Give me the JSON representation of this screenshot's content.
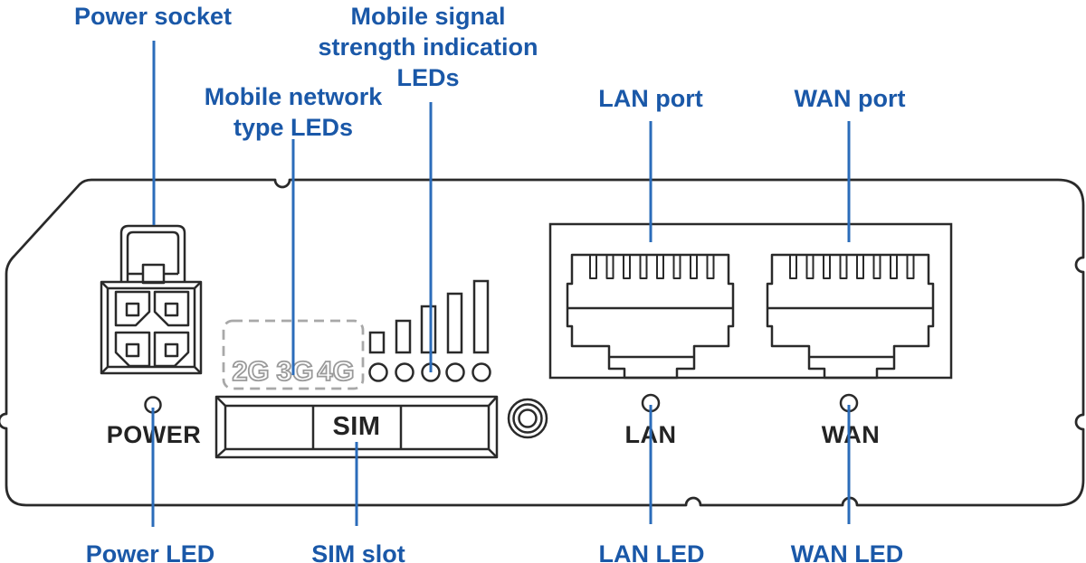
{
  "colors": {
    "label_blue": "#1a58a8",
    "line_blue": "#2b6cba",
    "device_outline": "#2a2a2a",
    "dashed_box_gray": "#a8a8a8",
    "network_led_text_gray": "#9a9a9a",
    "background": "#ffffff"
  },
  "callouts": {
    "power_socket": "Power socket",
    "mobile_signal": "Mobile signal\nstrength indication\nLEDs",
    "mobile_network": "Mobile network\ntype LEDs",
    "lan_port": "LAN port",
    "wan_port": "WAN port",
    "power_led": "Power LED",
    "sim_slot": "SIM slot",
    "lan_led": "LAN LED",
    "wan_led": "WAN LED"
  },
  "panel_text": {
    "power": "POWER",
    "sim": "SIM",
    "lan": "LAN",
    "wan": "WAN",
    "network_type_leds": {
      "led_2g": "2G",
      "led_3g": "3G",
      "led_4g": "4G"
    }
  }
}
